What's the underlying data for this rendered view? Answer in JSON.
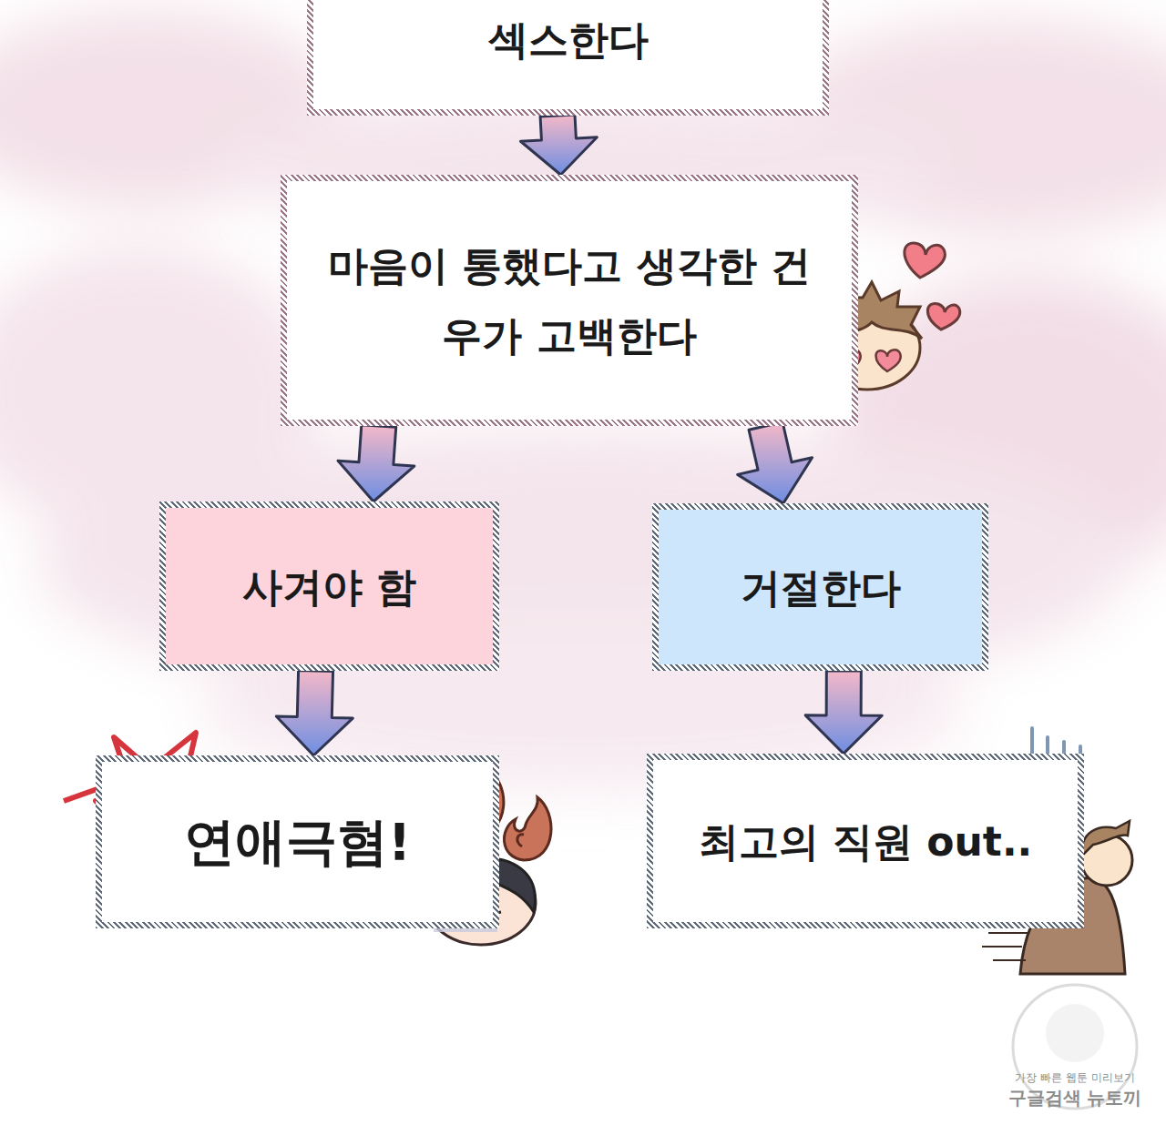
{
  "diagram": {
    "nodes": [
      {
        "text": [
          "섹스한다"
        ]
      },
      {
        "text": [
          "마음이 통했다고 생각한 건우가 고백한다"
        ]
      },
      {
        "text": [
          "사겨야 함"
        ]
      },
      {
        "text": [
          "거절한다"
        ]
      },
      {
        "text": [
          "연애극혐!"
        ]
      },
      {
        "text": [
          "최고의 직원 out.."
        ]
      }
    ],
    "edges": [
      {
        "from": 0,
        "to": 1,
        "arrow": "to"
      },
      {
        "from": 1,
        "to": 2,
        "arrow": "to"
      },
      {
        "from": 1,
        "to": 3,
        "arrow": "to"
      },
      {
        "from": 2,
        "to": 4,
        "arrow": "to"
      },
      {
        "from": 3,
        "to": 5,
        "arrow": "to"
      }
    ],
    "labels": [
      "가장 빠른 웹툰 미리보기",
      "구글검색 뉴토끼"
    ]
  }
}
